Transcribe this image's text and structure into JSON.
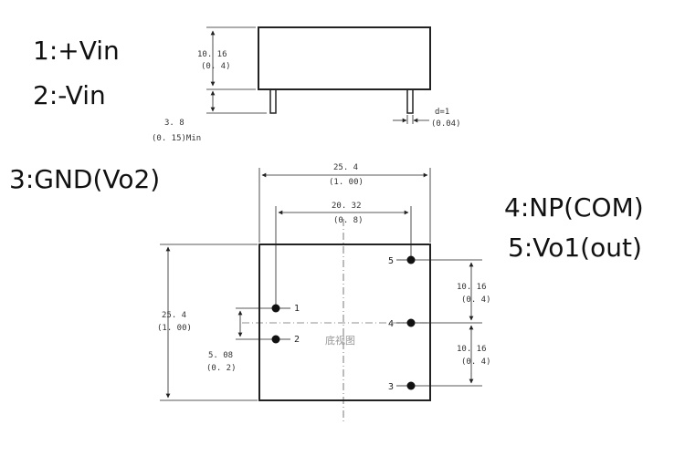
{
  "pin_labels": {
    "pin1": "1:+Vin",
    "pin2": "2:-Vin",
    "pin3": "3:GND(Vo2)",
    "pin4": "4:NP(COM)",
    "pin5": "5:Vo1(out)"
  },
  "side_view": {
    "height_mm": "10. 16",
    "height_in": "(0. 4)",
    "pin_length_mm": "3. 8",
    "pin_length_in": "(0. 15)Min",
    "pin_diameter_mm": "d=1",
    "pin_diameter_in": "(0.04)"
  },
  "bottom_view": {
    "width_mm": "25. 4",
    "width_in": "(1. 00)",
    "pin_span_mm": "20. 32",
    "pin_span_in": "(0. 8)",
    "height_mm": "25. 4",
    "height_in": "(1. 00)",
    "pin_pitch_left_mm": "5. 08",
    "pin_pitch_left_in": "(0. 2)",
    "pitch_upper_mm": "10. 16",
    "pitch_upper_in": "(0. 4)",
    "pitch_lower_mm": "10. 16",
    "pitch_lower_in": "(0. 4)",
    "pin_numbers": [
      "1",
      "2",
      "3",
      "4",
      "5"
    ],
    "view_label": "底视图"
  }
}
